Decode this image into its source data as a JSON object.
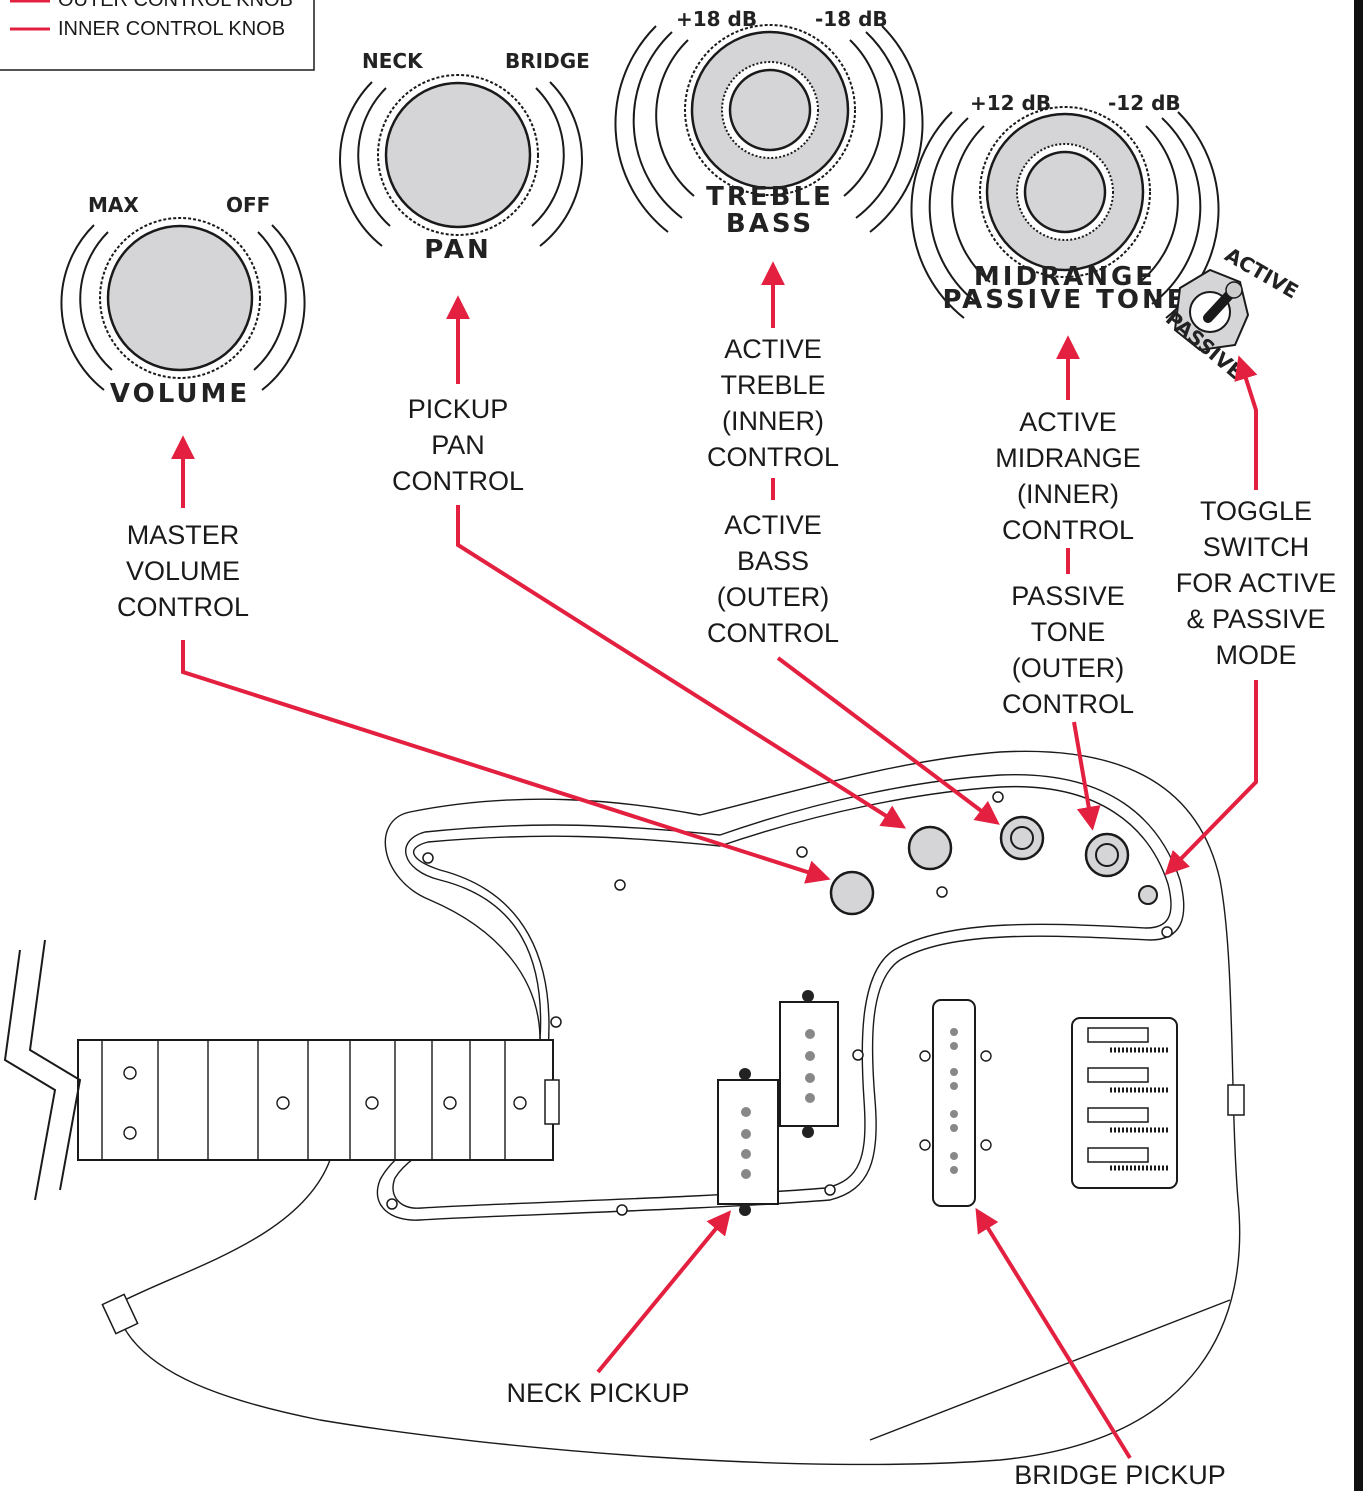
{
  "legend": {
    "outer_label": "OUTER CONTROL KNOB",
    "inner_label": "INNER CONTROL KNOB",
    "line_color": "#e3203f"
  },
  "knobs": {
    "volume": {
      "name": "VOLUME",
      "left": "MAX",
      "right": "OFF"
    },
    "pan": {
      "name": "PAN",
      "left": "NECK",
      "right": "BRIDGE"
    },
    "treble_bass": {
      "name_inner": "TREBLE",
      "name_outer": "BASS",
      "left": "+18 dB",
      "right": "-18 dB"
    },
    "mid_tone": {
      "name_inner": "MIDRANGE",
      "name_outer": "PASSIVE TONE",
      "left": "+12 dB",
      "right": "-12 dB"
    },
    "toggle": {
      "on": "ACTIVE",
      "off": "PASSIVE"
    }
  },
  "callouts": {
    "master_volume": [
      "MASTER",
      "VOLUME",
      "CONTROL"
    ],
    "pan": [
      "PICKUP",
      "PAN",
      "CONTROL"
    ],
    "treble": [
      "ACTIVE",
      "TREBLE",
      "(INNER)",
      "CONTROL"
    ],
    "bass": [
      "ACTIVE",
      "BASS",
      "(OUTER)",
      "CONTROL"
    ],
    "midrange": [
      "ACTIVE",
      "MIDRANGE",
      "(INNER)",
      "CONTROL"
    ],
    "passive_tone": [
      "PASSIVE",
      "TONE",
      "(OUTER)",
      "CONTROL"
    ],
    "toggle": [
      "TOGGLE",
      "SWITCH",
      "FOR ACTIVE",
      "& PASSIVE",
      "MODE"
    ],
    "neck_pickup": "NECK PICKUP",
    "bridge_pickup": "BRIDGE PICKUP"
  },
  "colors": {
    "accent": "#e3203f",
    "knob": "#d5d5d7",
    "ink": "#1a1a1a"
  }
}
